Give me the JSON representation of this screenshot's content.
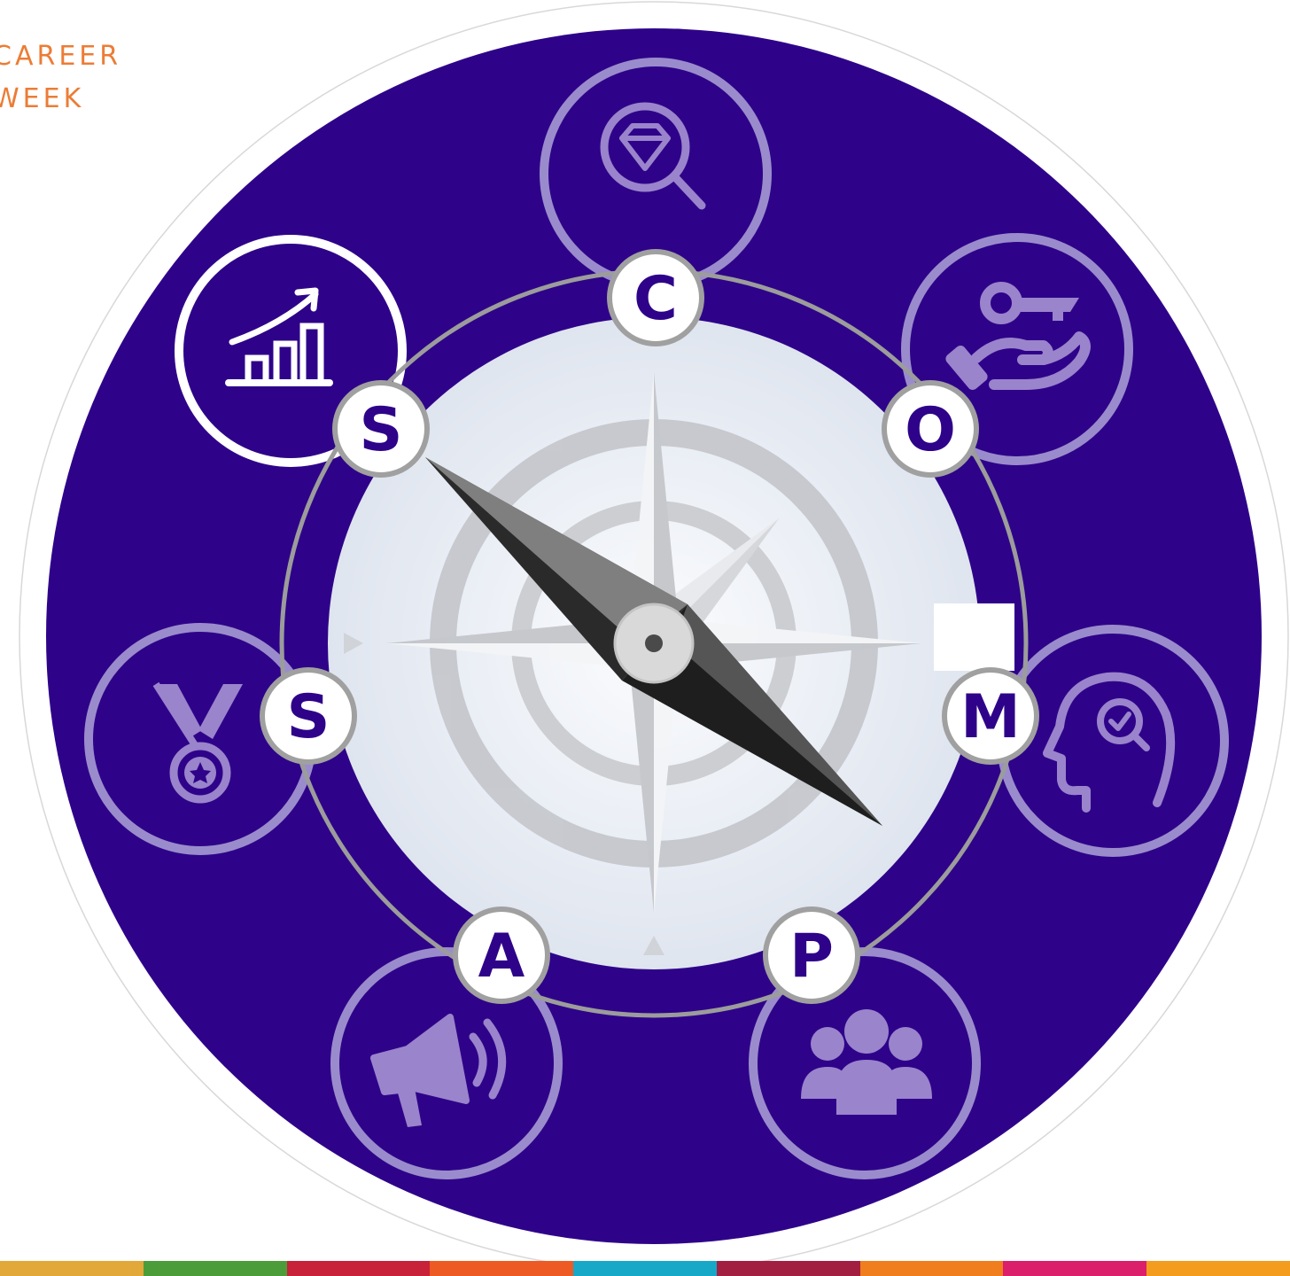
{
  "brand": {
    "line1": "CAREER",
    "line2": "WEEK"
  },
  "colors": {
    "disc": "#2e0389",
    "accent": "#ec7c35",
    "ring": "#9a8ccc",
    "icon": "#9a84cc",
    "highlight_ring": "#ffffff",
    "compass_face": "#eef1f7",
    "needle_dark": "#2b2b2b"
  },
  "points": [
    {
      "letter": "C",
      "icon": "diamond-search-icon",
      "highlighted": false
    },
    {
      "letter": "O",
      "icon": "key-hand-icon",
      "highlighted": false
    },
    {
      "letter": "M",
      "icon": "head-search-icon",
      "highlighted": false
    },
    {
      "letter": "P",
      "icon": "people-group-icon",
      "highlighted": false
    },
    {
      "letter": "A",
      "icon": "megaphone-icon",
      "highlighted": false
    },
    {
      "letter": "S",
      "icon": "medal-icon",
      "highlighted": false
    },
    {
      "letter": "S",
      "icon": "growth-chart-icon",
      "highlighted": true
    }
  ],
  "color_bar": [
    "#e3a83a",
    "#4c9d3a",
    "#c8213a",
    "#ee5a24",
    "#17a8c8",
    "#a31f42",
    "#f07d1e",
    "#dc1f6a",
    "#f39c1e"
  ]
}
